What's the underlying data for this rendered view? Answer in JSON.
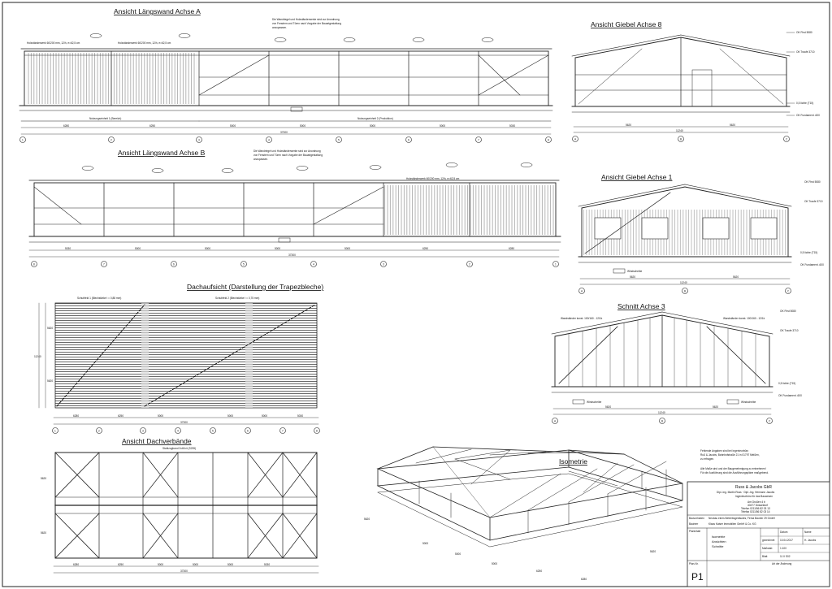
{
  "views": {
    "v1": {
      "title": "Ansicht Längswand Achse A",
      "note": [
        "Die Wandriegel und Holzständerwerke sind zur Anordnung",
        "von Fenstern und Türen nach Vorgabe der Bauartgestaltung",
        "anzupassen."
      ],
      "label_left": "Holzständerwerk 60/200 mm, 12/h, e=62,5 cm",
      "label_mid": "Holzständerwerk 60/200 mm, 12/h, e=62,5 cm",
      "seg_left": "Nutzungseinheit 1 (Bereich)",
      "seg_right": "Nutzungseinheit 2 (Produktion)",
      "dims": [
        "6280",
        "6250",
        "5000",
        "5000",
        "5000",
        "5000",
        "5030"
      ],
      "total": "37300",
      "axes": [
        "1",
        "2",
        "3",
        "4",
        "5",
        "6",
        "7",
        "8"
      ]
    },
    "v2": {
      "title": "Ansicht Längswand Achse B",
      "note": [
        "Die Wandriegel und Holzständerwerke sind zur Anordnung",
        "von Fenstern und Türen nach Vorgabe der Bauartgestaltung",
        "anzupassen."
      ],
      "label_right": "Holzständerwerk 60/200 mm, 12/h, e=62,5 cm",
      "dims": [
        "5030",
        "5000",
        "5000",
        "5000",
        "5000",
        "6250",
        "6280"
      ],
      "total": "37300",
      "axes": [
        "8",
        "7",
        "6",
        "5",
        "4",
        "3",
        "2",
        "1"
      ]
    },
    "v3": {
      "title": "Dachaufsicht (Darstellung der Trapezbleche)",
      "sec1": "Schubfeld 1 (Blechstärke t = 0,88 mm)",
      "sec2": "Schubfeld 2 (Blechstärke t = 0,75 mm)",
      "dims": [
        "6280",
        "6250",
        "5000",
        "5000",
        "5000",
        "5030"
      ],
      "total": "37300",
      "side": [
        "5620",
        "11240",
        "5620"
      ],
      "axes": [
        "1",
        "2",
        "3",
        "4",
        "5",
        "6",
        "7",
        "8"
      ]
    },
    "v4": {
      "title": "Ansicht Dachverbände",
      "top_label": "Stahlzugband 2x40x4 (S235)",
      "dims": [
        "6280",
        "6250",
        "5000",
        "5000",
        "5000",
        "5030"
      ],
      "total": "37300",
      "side": [
        "5620",
        "5620"
      ]
    },
    "v5": {
      "title": "Isometrie",
      "dims": [
        "5620",
        "5000",
        "5000",
        "5000",
        "6250",
        "6280",
        "5620"
      ]
    },
    "v6": {
      "title": "Ansicht Giebel Achse 8",
      "levels": [
        "OK First 5080",
        "OK Traufe 3710",
        "0,5 lichte (T15)",
        "OK Fundament -600"
      ],
      "dims": [
        "5620",
        "5620"
      ],
      "total": "11240",
      "axes": [
        "A",
        "B",
        "C"
      ]
    },
    "v7": {
      "title": "Ansicht Giebel Achse 1",
      "levels": [
        "OK First 5080",
        "OK Traufe 3710",
        "0,5 lichte (T15)",
        "OK Fundament -600"
      ],
      "dims": [
        "5620",
        "5620"
      ],
      "total": "11240",
      "axes": [
        "A",
        "B",
        "C"
      ],
      "tag": "Windscheibe"
    },
    "v8": {
      "title": "Schnitt Achse 3",
      "labels": [
        "Wandständer konst. 100/160 - 12/1k",
        "Wandständer konst. 100/160 - 12/1k"
      ],
      "levels": [
        "OK First 5080",
        "OK Traufe 3710",
        "0,5 lichte (T15)",
        "OK Fundament -600"
      ],
      "dims": [
        "5620",
        "5620"
      ],
      "total": "11240",
      "axes": [
        "A",
        "B",
        "C"
      ],
      "tag": "Windscheibe"
    }
  },
  "notes": [
    "Fehlende Angaben sind bei Ingenieurbüro",
    "Ruß & Jacobs, Bahnhofstraße 21 in 01797 Meißen,",
    "zu erfragen.",
    "Alle Maße sind und der Baugenehmigung zu entnehmen!",
    "Für die Ausführung sind die Ausführungspläne maßgebend."
  ],
  "title_block": {
    "company": "Russ & Jacobs GbR",
    "engineers": "Dipl.-Ing. Martin Russ · Dipl.-Ing. Hermann Jacobs",
    "subtitle": "Ingenieurbüro für das Bauwesen",
    "address": [
      "Am Großen 4 b",
      "40477 Düsseldorf",
      "Telefon 0211/56 82 03 13",
      "Telefax 0211/56 82 03 14"
    ],
    "project_label": "Bauvorhaben",
    "project": "Neubau eines Betriebsgebäudes, Firma Bauher 29 GmbH",
    "client_label": "Bauherr",
    "client": "Klaus Kaiser Immobilien GmbH & Co. KG",
    "plan_label": "Planinhalt",
    "plan": [
      "Isometrie",
      "Ansichten",
      "Schnitte"
    ],
    "date_label": "Datum",
    "name_label": "Name",
    "drawn_label": "gezeichnet",
    "drawn_date": "10.04.2017",
    "drawn_name": "H. Jacobs",
    "scale_label": "Maßstab",
    "scale": "1:100",
    "fmt_label": "Blatt",
    "fmt": "11 II S02",
    "index_label": "Plan-Nr.",
    "plan_no": "P1",
    "change_label": "Art der Änderung"
  }
}
